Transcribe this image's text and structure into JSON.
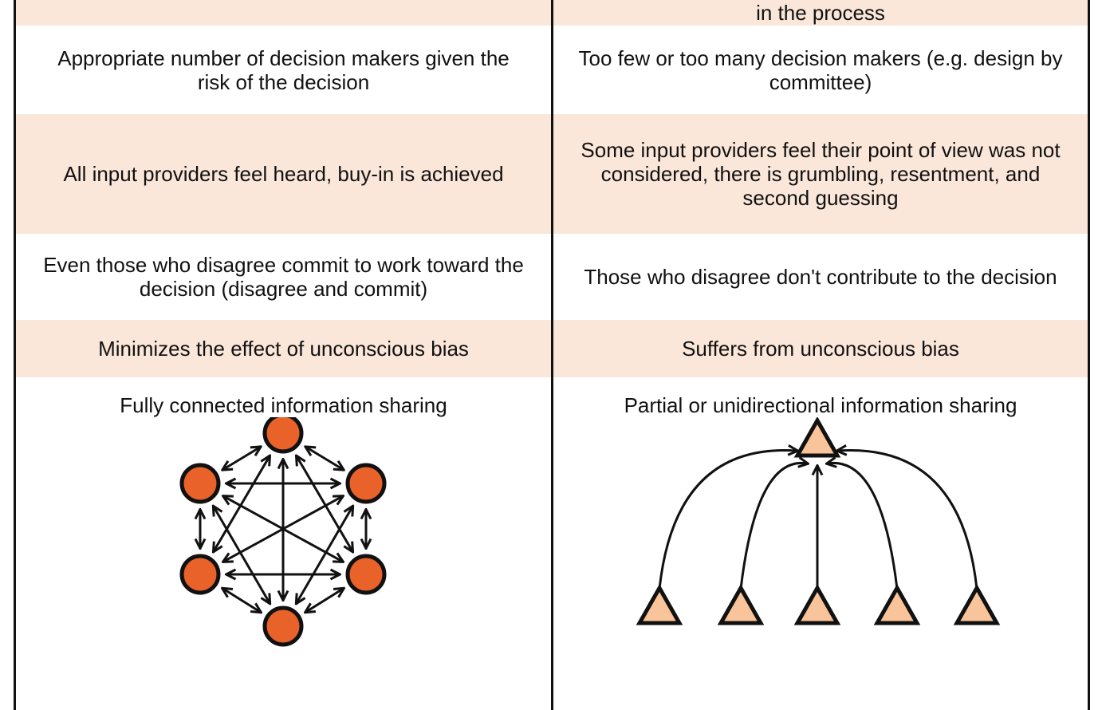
{
  "rows": [
    {
      "left": "",
      "right": "in the process"
    },
    {
      "left": "Appropriate number of decision makers given the risk of the decision",
      "right": "Too few or too many decision makers (e.g. design by committee)"
    },
    {
      "left": "All input providers feel heard, buy-in is achieved",
      "right": "Some input providers feel their point of view was not considered, there is grumbling, resentment, and second guessing"
    },
    {
      "left": "Even those who disagree commit to work toward the decision (disagree and commit)",
      "right": "Those who disagree don't contribute to the decision"
    },
    {
      "left": "Minimizes the effect of unconscious bias",
      "right": "Suffers from unconscious bias"
    },
    {
      "left": "Fully connected information sharing",
      "right": "Partial or unidirectional information sharing"
    }
  ],
  "colors": {
    "peach": "#fbe7d9",
    "node": "#e8622a",
    "triangle": "#f9c49a"
  }
}
